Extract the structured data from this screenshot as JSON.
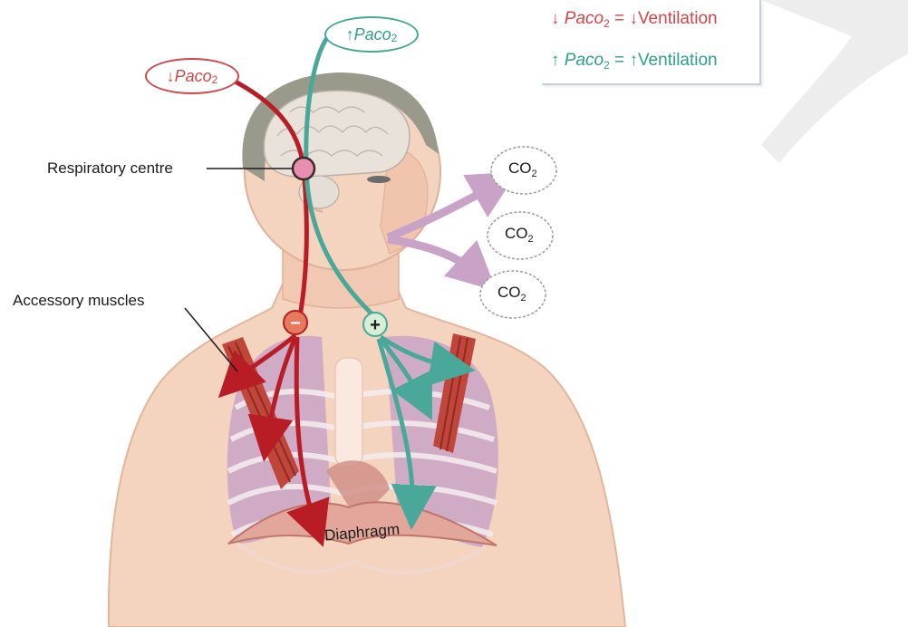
{
  "legend": {
    "row1": {
      "arrow": "↓",
      "term": "Paco",
      "sub": "2",
      "equals": " = ",
      "arrow2": "↓",
      "text": "Ventilation"
    },
    "row2": {
      "arrow": "↑",
      "term": "Paco",
      "sub": "2",
      "equals": " = ",
      "arrow2": "↑",
      "text": "Ventilation"
    }
  },
  "bubbles": {
    "low": {
      "arrow": "↓",
      "term": "Paco",
      "sub": "2"
    },
    "high": {
      "arrow": "↑",
      "term": "Paco",
      "sub": "2"
    }
  },
  "labels": {
    "respiratory_centre": "Respiratory centre",
    "accessory_muscles": "Accessory muscles",
    "diaphragm": "Diaphragm"
  },
  "co2": [
    {
      "main": "CO",
      "sub": "2"
    },
    {
      "main": "CO",
      "sub": "2"
    },
    {
      "main": "CO",
      "sub": "2"
    }
  ],
  "signs": {
    "minus": "−",
    "plus": "+"
  },
  "colors": {
    "inhibit": "#b81d25",
    "stimulate": "#4aa89a",
    "skin": "#f4d3bf",
    "lungs": "#c9a3c7",
    "muscle": "#b8403a",
    "brain": "#e8e2da",
    "hair": "#9a9a8c"
  }
}
